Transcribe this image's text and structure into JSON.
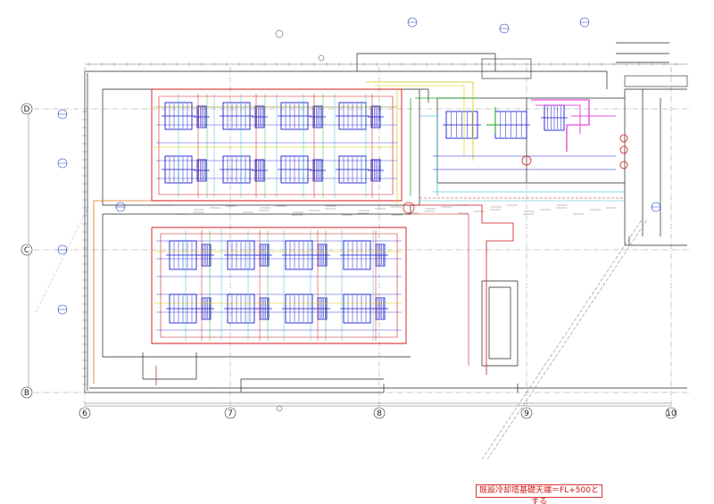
{
  "grid_columns": [
    "6",
    "7",
    "8",
    "9",
    "10"
  ],
  "grid_rows": [
    "D",
    "C",
    "B"
  ],
  "note": "既設冷却塔基礎天端＝FL+500とする",
  "level_label": "FL+500",
  "colors": {
    "outline": "#222222",
    "unit": "#1a1ad0",
    "pipe_red": "#d01818",
    "pipe_magenta": "#e020d0",
    "pipe_yellow": "#d8c800",
    "pipe_green": "#18a018",
    "pipe_cyan": "#10b0c8",
    "pipe_orange": "#e07010"
  }
}
